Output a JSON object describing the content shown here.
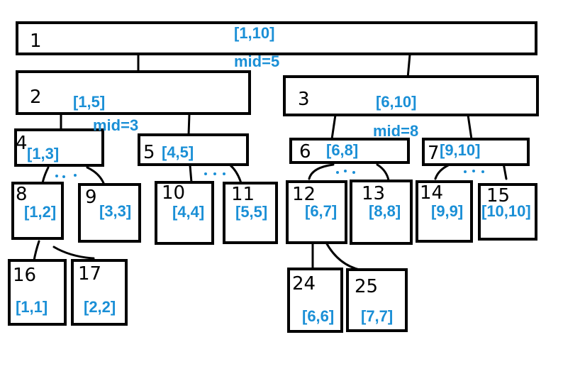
{
  "colors": {
    "accent": "#1a8fd6",
    "stroke": "#000000",
    "background": "#ffffff"
  },
  "nodes": [
    {
      "id": "1",
      "range": "[1,10]"
    },
    {
      "id": "2",
      "range": "[1,5]"
    },
    {
      "id": "3",
      "range": "[6,10]"
    },
    {
      "id": "4",
      "range": "[1,3]"
    },
    {
      "id": "5",
      "range": "[4,5]"
    },
    {
      "id": "6",
      "range": "[6,8]"
    },
    {
      "id": "7",
      "range": "[9,10]"
    },
    {
      "id": "8",
      "range": "[1,2]"
    },
    {
      "id": "9",
      "range": "[3,3]"
    },
    {
      "id": "10",
      "range": "[4,4]"
    },
    {
      "id": "11",
      "range": "[5,5]"
    },
    {
      "id": "12",
      "range": "[6,7]"
    },
    {
      "id": "13",
      "range": "[8,8]"
    },
    {
      "id": "14",
      "range": "[9,9]"
    },
    {
      "id": "15",
      "range": "[10,10]"
    },
    {
      "id": "16",
      "range": "[1,1]"
    },
    {
      "id": "17",
      "range": "[2,2]"
    },
    {
      "id": "24",
      "range": "[6,6]"
    },
    {
      "id": "25",
      "range": "[7,7]"
    }
  ],
  "mids": [
    "mid=5",
    "mid=3",
    "mid=8"
  ]
}
